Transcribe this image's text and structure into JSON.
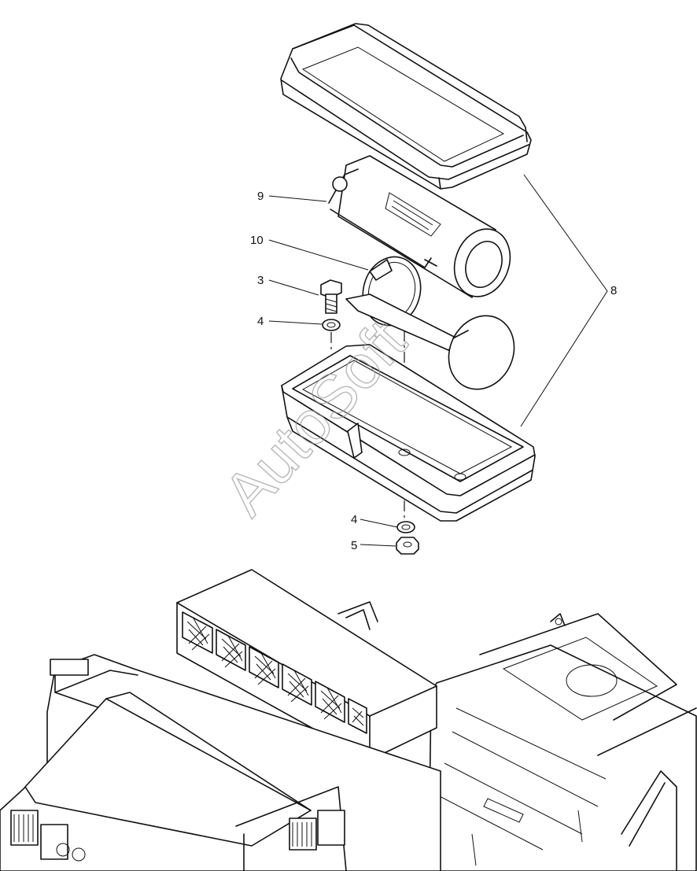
{
  "callouts": [
    "9",
    "10",
    "3",
    "4",
    "8",
    "4",
    "5"
  ],
  "watermark": "AutoSoft"
}
